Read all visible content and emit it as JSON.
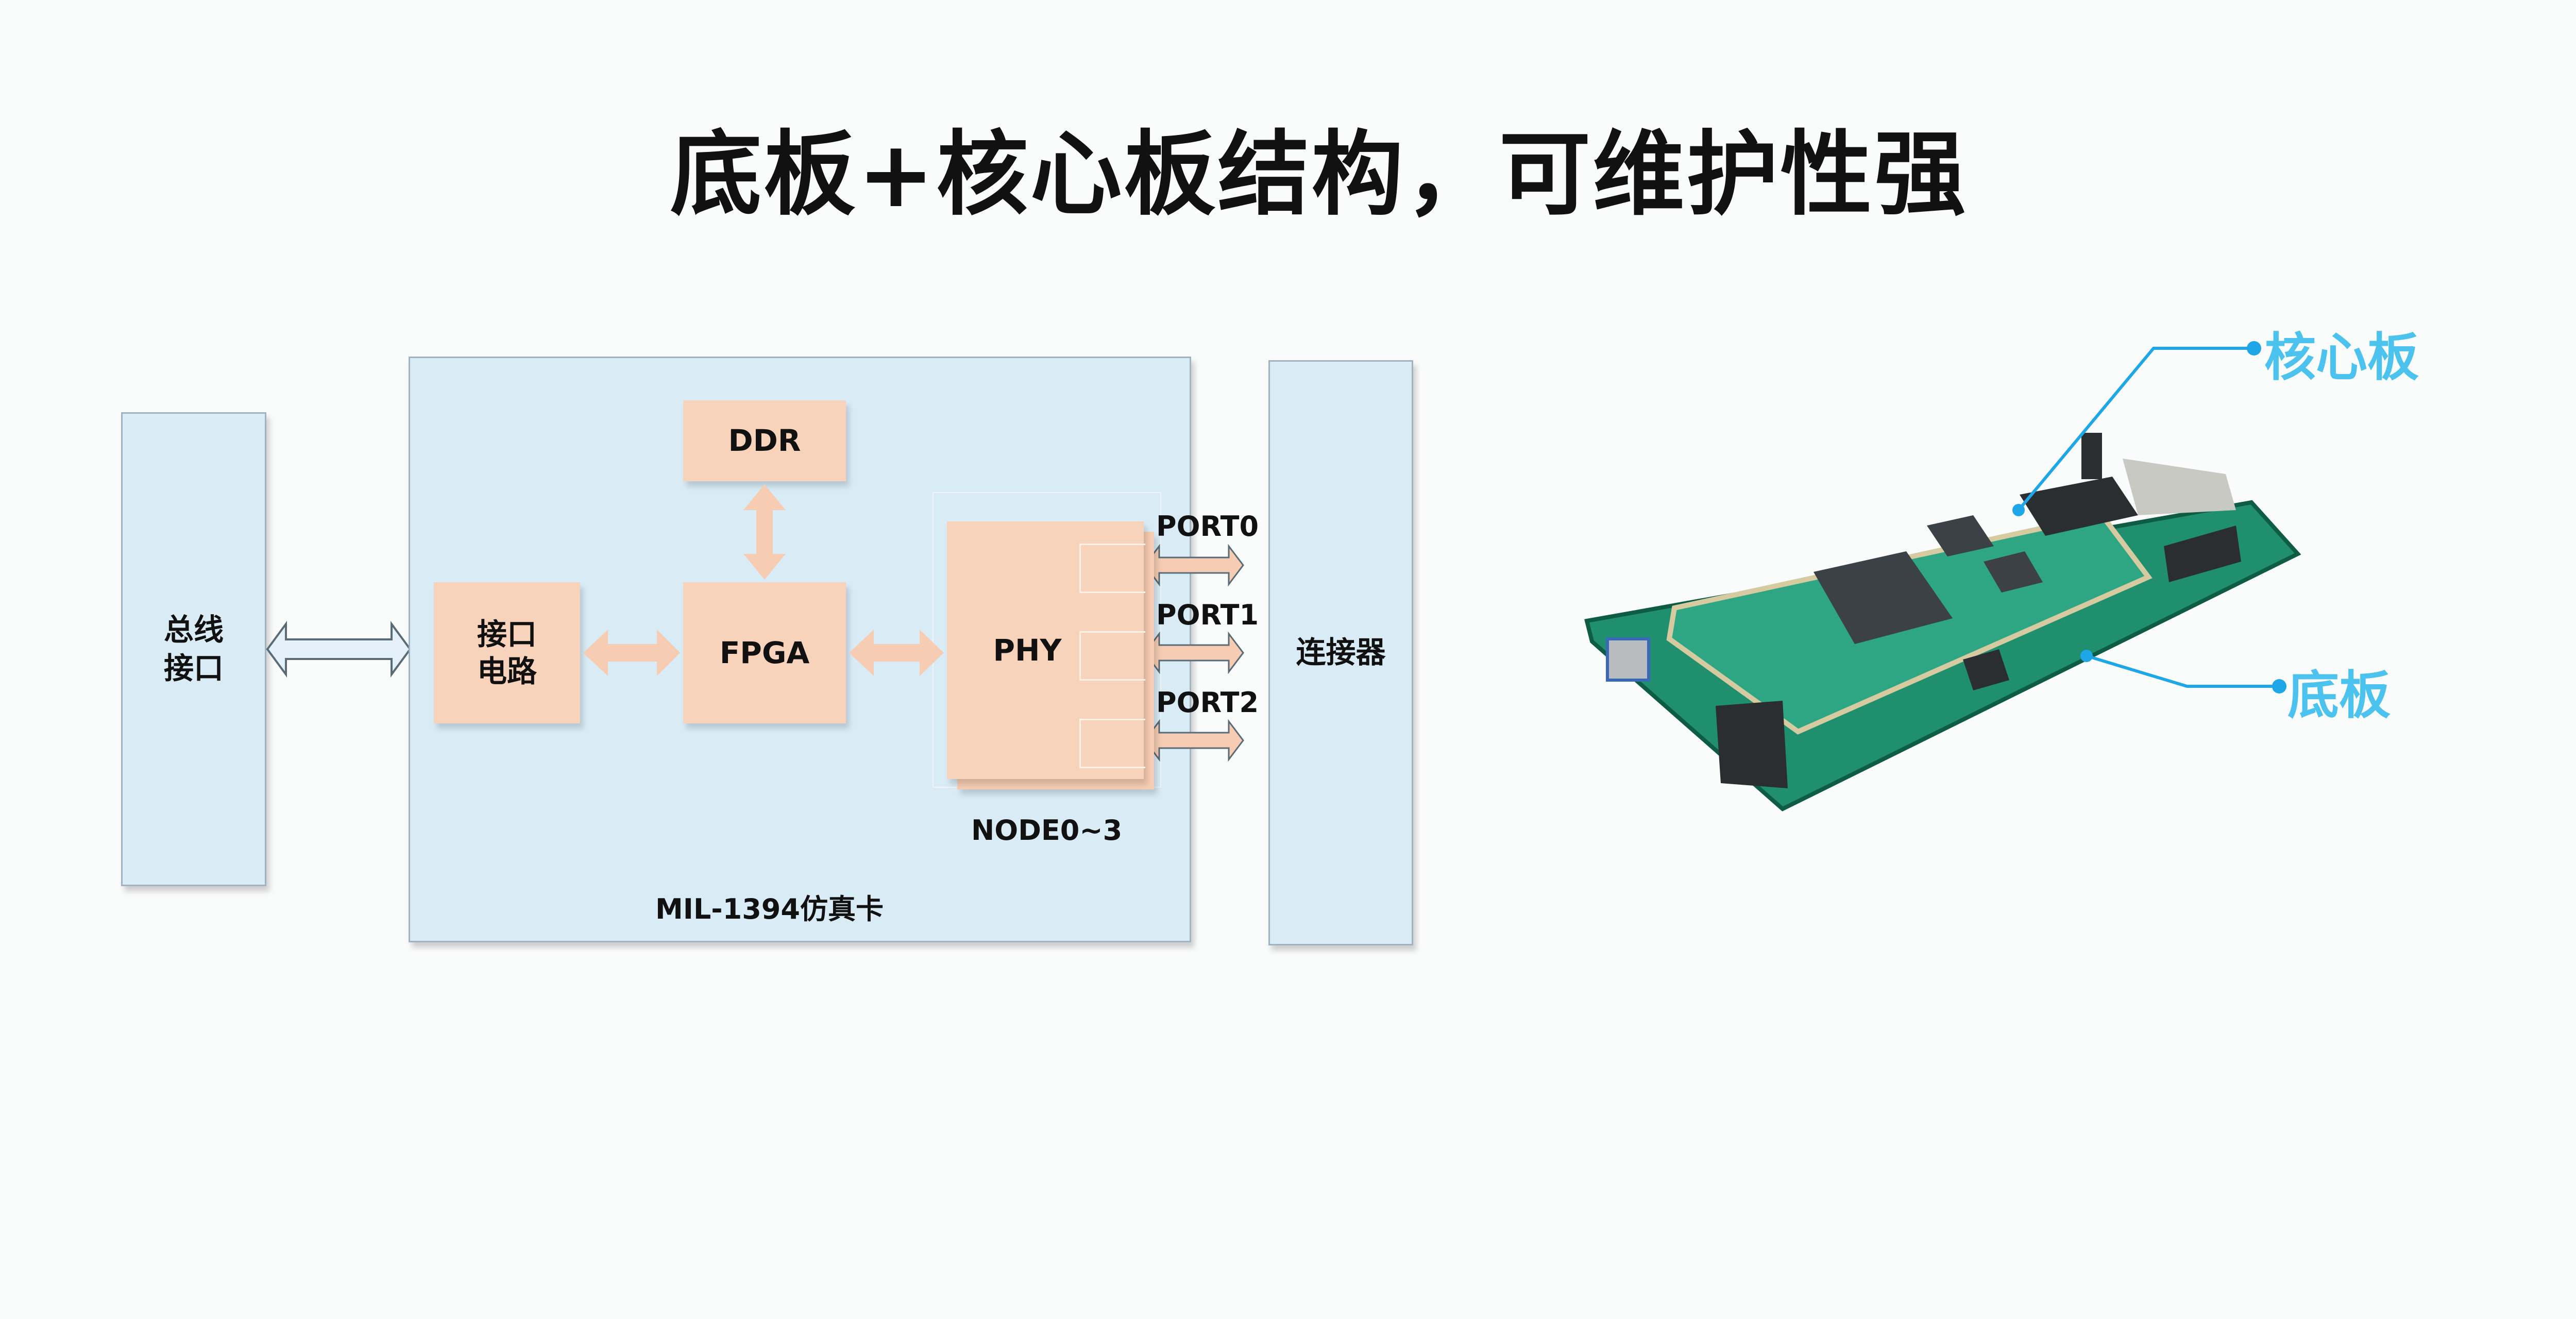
{
  "title": "底板+核心板结构，可维护性强",
  "diagram": {
    "bus_interface": "总线\n接口",
    "card_label": "MIL-1394仿真卡",
    "interface_circuit": "接口\n电路",
    "fpga": "FPGA",
    "ddr": "DDR",
    "phy": "PHY",
    "node_label": "NODE0~3",
    "ports": [
      "PORT0",
      "PORT1",
      "PORT2"
    ],
    "connector": "连接器"
  },
  "photo": {
    "core_board_label": "核心板",
    "base_board_label": "底板",
    "callout_color": "#1ea7e8"
  }
}
